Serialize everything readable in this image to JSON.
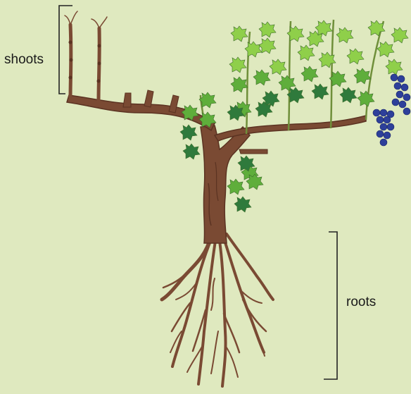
{
  "labels": {
    "shoots": "shoots",
    "roots": "roots"
  },
  "colors": {
    "background": "#dfe9bf",
    "trunk": "#7a4a33",
    "trunk_dark": "#5b3322",
    "leaf_light": "#8fcf4a",
    "leaf_mid": "#5fae3b",
    "leaf_dark": "#2f7a3c",
    "grape": "#2d3f9a",
    "bracket": "#222222"
  },
  "icons": [
    "grapevine-illustration",
    "grape-cluster",
    "vine-leaf"
  ]
}
